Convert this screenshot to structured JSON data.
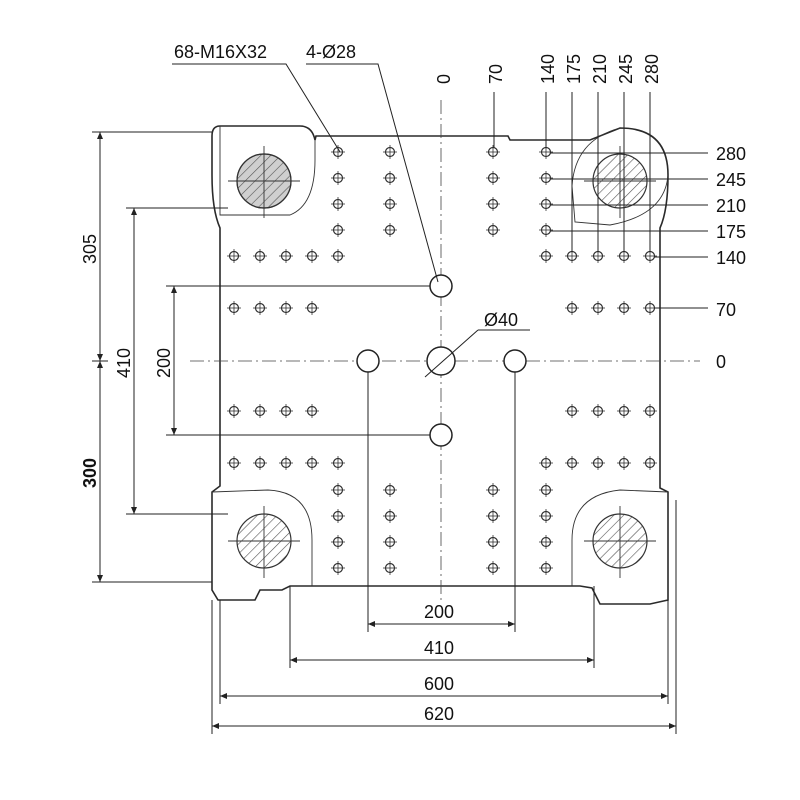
{
  "callouts": {
    "tapped_holes": "68-M16X32",
    "ejector_holes": "4-Ø28",
    "center_hole": "Ø40"
  },
  "top_ticks": [
    "0",
    "70",
    "140",
    "175",
    "210",
    "245",
    "280"
  ],
  "right_ticks": [
    "280",
    "245",
    "210",
    "175",
    "140",
    "70",
    "0"
  ],
  "left_dims": {
    "upper": "305",
    "lower": "300",
    "tie_bar": "410",
    "ejector": "200"
  },
  "bottom_dims": [
    "200",
    "410",
    "600",
    "620"
  ]
}
